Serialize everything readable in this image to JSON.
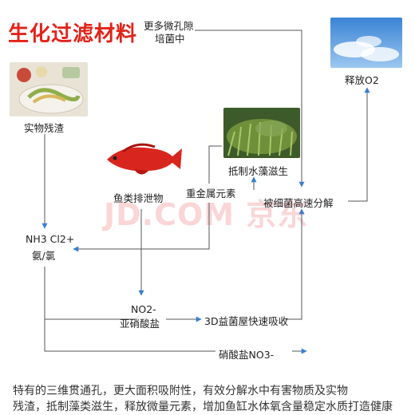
{
  "title": "生化过滤材料",
  "nodes": {
    "micropore": [
      "更多微孔隙",
      "培菌中"
    ],
    "food": "实物残渣",
    "fish": "鱼类排泄物",
    "heavy_metal": "重金属元素",
    "algae": "抵制水藻滋生",
    "release": "释放O2",
    "decompose": "被细菌高速分解",
    "nh3": "NH3 Cl2+",
    "ammonia": "氨/氯",
    "nitrite": "NO2-",
    "nitrite_cn": "亚硝酸盐",
    "absorb": "3D益菌屋快速吸收",
    "nitrate": "硝酸盐NO3-"
  },
  "watermark": "JD.COM 京东",
  "caption": [
    "特有的三维贯通孔，更大面积吸附性，有效分解水中有害物质及实物",
    "残渣，抵制藻类滋生，释放微量元素，增加鱼缸水体氧含量稳定水质打造健康"
  ],
  "colors": {
    "title": "#e2231a",
    "arrow": "#3a7fd0",
    "line": "#555555"
  },
  "icons": [
    "food-photo",
    "arowana-fish-photo",
    "aquatic-grass-photo",
    "blue-sky-photo"
  ]
}
